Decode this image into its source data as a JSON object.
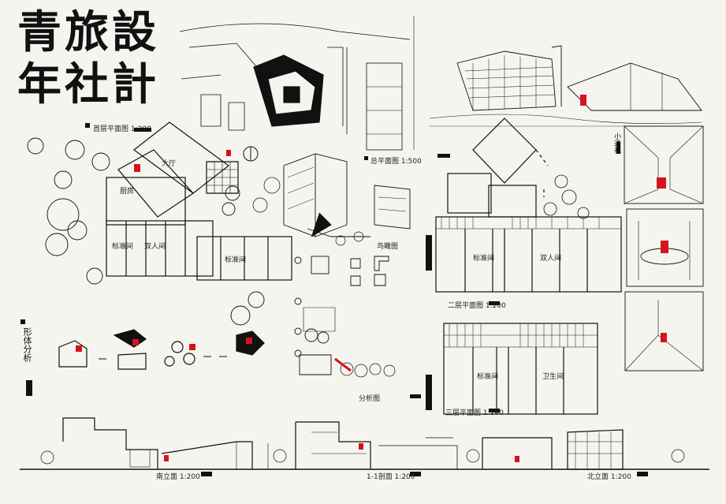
{
  "title": {
    "line1": "青旅設",
    "line2": "年社計"
  },
  "labels": {
    "ground_floor_plan": "首层平面图 1:200",
    "site_plan": "总平面图 1:500",
    "second_floor_plan": "二层平面图 1:200",
    "third_floor_plan": "三层平面图 1:200",
    "front_elevation": "南立面 1:200",
    "section": "1-1剖面 1:200",
    "side_elevation": "北立面 1:200",
    "analysis_diagram": "分析图",
    "form_analysis": "形体分析",
    "perspective_side": "小透视",
    "axonometric": "鸟瞰图"
  },
  "room_labels": {
    "dorm": "标准间",
    "twin": "双人间",
    "lobby": "大厅",
    "kitchen": "厨房",
    "restroom": "卫生间"
  },
  "colors": {
    "ink": "#111111",
    "paper": "#f6f4ef",
    "accent_red": "#d4141c"
  }
}
